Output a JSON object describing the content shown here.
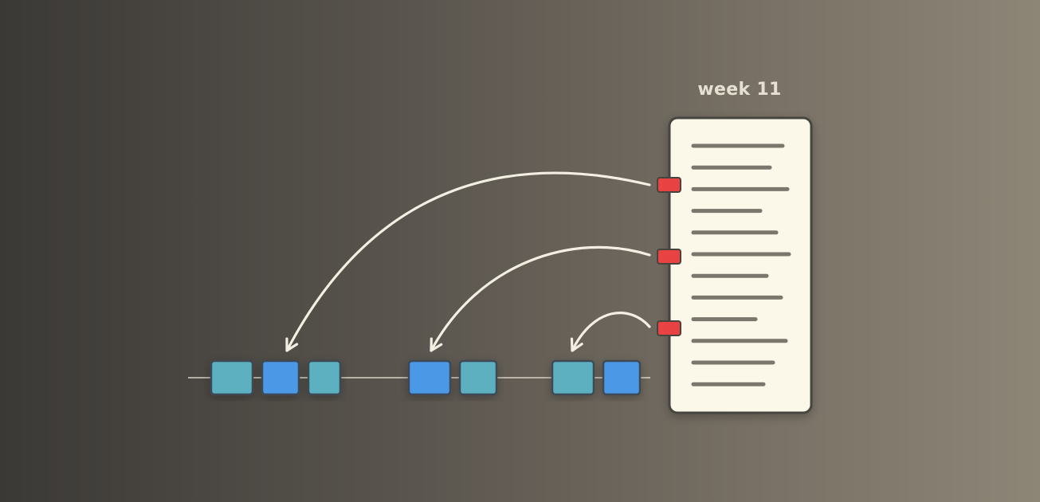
{
  "week_label": "week 11",
  "colors": {
    "card_fill": "#fbf8ea",
    "card_border": "#46443f",
    "card_line": "#7b776d",
    "marker": "#e84242",
    "arrow": "#f3efe2",
    "timeline": "#d9d3c6",
    "block_teal": "#5cb0c0",
    "block_blue": "#4c98e6",
    "block_border": "#3c4a55"
  },
  "timeline": {
    "blocks": [
      "teal",
      "blue",
      "teal",
      "blue",
      "teal",
      "teal",
      "blue"
    ]
  },
  "card": {
    "line_count": 12,
    "marker_count": 3
  }
}
